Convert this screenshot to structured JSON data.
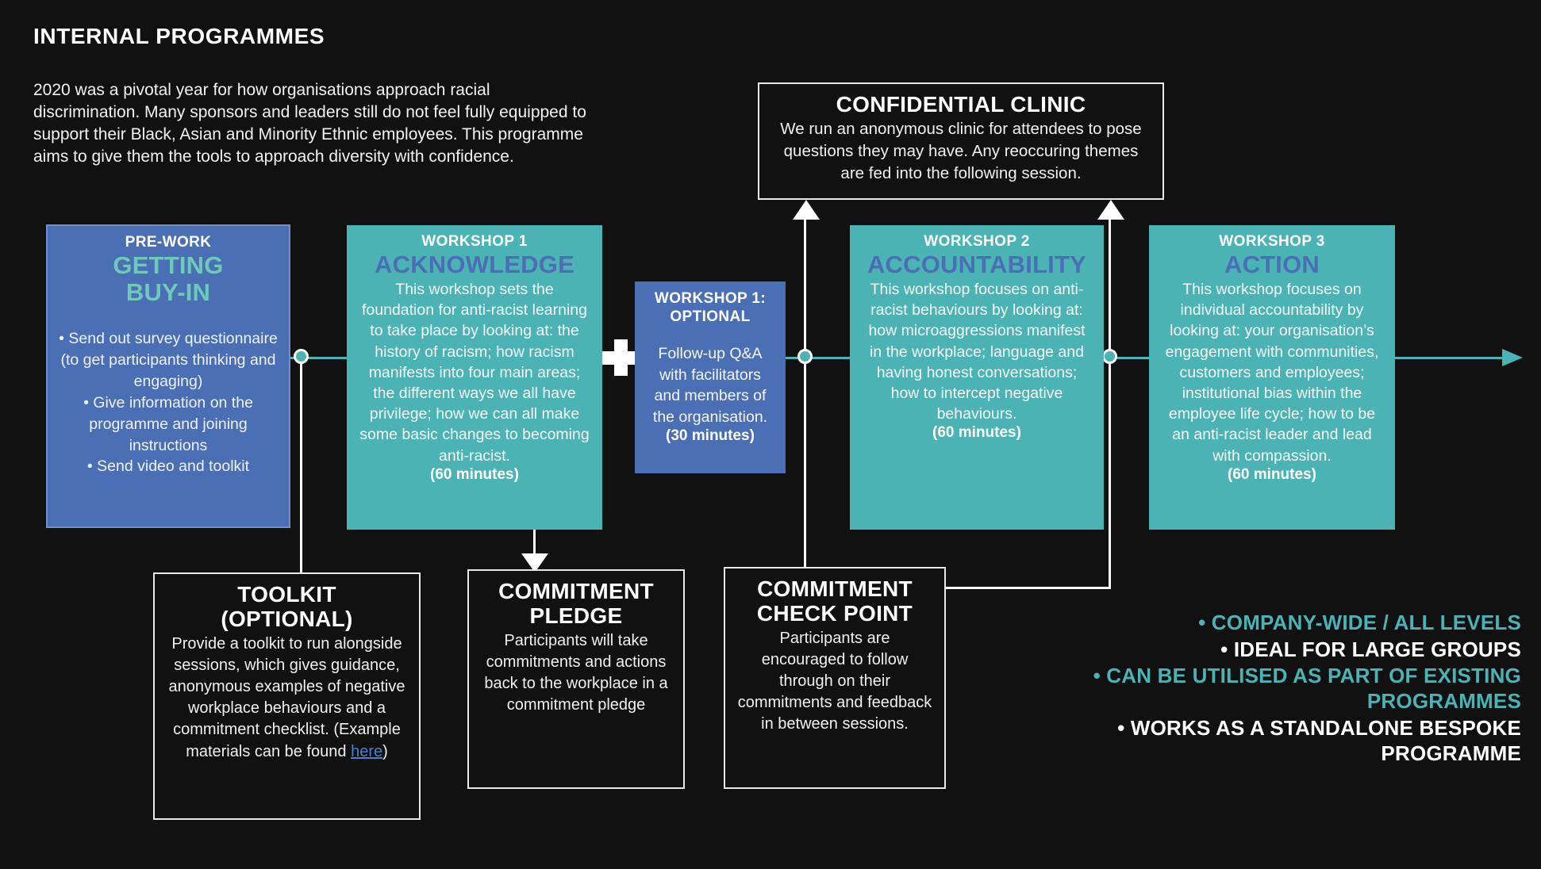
{
  "header": {
    "title": "INTERNAL PROGRAMMES",
    "intro": "2020 was a pivotal year for how organisations approach racial discrimination. Many sponsors and leaders still do not feel fully equipped to support their Black, Asian and Minority Ethnic employees. This programme aims to give them the tools to approach diversity with confidence."
  },
  "colors": {
    "background": "#111111",
    "blue": "#4a6fb5",
    "teal": "#4cb3b5",
    "mint": "#6fc8b9",
    "link": "#4a7fd0",
    "white": "#ffffff"
  },
  "cards": {
    "prework": {
      "kicker": "PRE-WORK",
      "headline_line1": "GETTING",
      "headline_line2": "BUY-IN",
      "bullets_text": "• Send out survey questionnaire (to get participants thinking and engaging)\n• Give information on the programme and joining instructions\n• Send video and toolkit"
    },
    "workshop1": {
      "kicker": "WORKSHOP 1",
      "headline": "ACKNOWLEDGE",
      "body": "This workshop sets the foundation for anti-racist learning to take place by looking at: the history of racism; how racism manifests into four main areas; the different ways we all have privilege; how we can all make some basic changes to becoming anti-racist.",
      "duration": "(60 minutes)"
    },
    "workshop1_optional": {
      "kicker_line1": "WORKSHOP 1:",
      "kicker_line2": "OPTIONAL",
      "body": "Follow-up Q&A with facilitators and members of the organisation.",
      "duration": "(30 minutes)"
    },
    "workshop2": {
      "kicker": "WORKSHOP 2",
      "headline": "ACCOUNTABILITY",
      "body": "This workshop focuses on anti-racist behaviours by looking at: how microaggressions manifest in the workplace; language and having honest conversations; how to intercept negative behaviours.",
      "duration": "(60 minutes)"
    },
    "workshop3": {
      "kicker": "WORKSHOP 3",
      "headline": "ACTION",
      "body": "This workshop focuses on individual accountability by looking at: your organisation’s engagement with communities, customers and employees; institutional bias within the employee life cycle; how to be an anti-racist leader and lead with compassion.",
      "duration": "(60 minutes)"
    }
  },
  "boxes": {
    "clinic": {
      "title": "CONFIDENTIAL CLINIC",
      "body": "We run an anonymous clinic for attendees to pose questions they may have. Any reoccuring themes are fed into the following session."
    },
    "toolkit": {
      "title_line1": "TOOLKIT",
      "title_line2": "(OPTIONAL)",
      "body_before_link": "Provide a toolkit to run alongside sessions, which gives guidance, anonymous examples of negative workplace behaviours and a commitment checklist. (Example materials can be found ",
      "link_label": "here",
      "body_after_link": ")"
    },
    "pledge": {
      "title_line1": "COMMITMENT",
      "title_line2": "PLEDGE",
      "body": "Participants will take commitments and actions back to the workplace in a commitment pledge"
    },
    "checkpoint": {
      "title_line1": "COMMITMENT",
      "title_line2": "CHECK POINT",
      "body": "Participants are encouraged to follow through on their commitments and feedback in between sessions."
    }
  },
  "benefits": [
    {
      "text": "• COMPANY-WIDE / ALL LEVELS",
      "color": "#4cb3b5"
    },
    {
      "text": "• IDEAL FOR LARGE GROUPS",
      "color": "#ffffff"
    },
    {
      "text": "• CAN BE UTILISED AS PART OF EXISTING PROGRAMMES",
      "color": "#4cb3b5"
    },
    {
      "text": "• WORKS AS A STANDALONE BESPOKE PROGRAMME",
      "color": "#ffffff"
    }
  ],
  "icons": {
    "plus": "plus-icon",
    "arrow_right": "arrow-right-icon",
    "arrow_up": "arrow-up-icon",
    "arrow_down": "arrow-down-icon",
    "node": "connector-node-icon"
  }
}
